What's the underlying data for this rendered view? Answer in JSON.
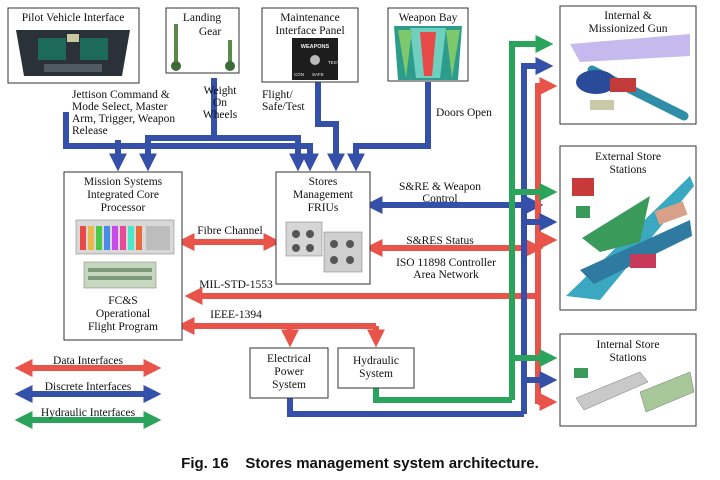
{
  "boxes": {
    "pilot_vehicle_interface": "Pilot Vehicle Interface",
    "landing_gear": [
      "Landing",
      "Gear"
    ],
    "maintenance_panel": [
      "Maintenance",
      "Interface Panel"
    ],
    "weapon_bay": "Weapon Bay",
    "internal_gun": [
      "Internal &",
      "Missionized Gun"
    ],
    "external_store": [
      "External Store",
      "Stations"
    ],
    "internal_store": [
      "Internal Store",
      "Stations"
    ],
    "mission_systems": [
      "Mission Systems",
      "Integrated Core",
      "Processor"
    ],
    "fcs_program": [
      "FC&S",
      "Operational",
      "Flight Program"
    ],
    "stores_management": [
      "Stores",
      "Management",
      "FRIUs"
    ],
    "electrical_power": [
      "Electrical",
      "Power",
      "System"
    ],
    "hydraulic_system": [
      "Hydraulic",
      "System"
    ]
  },
  "panel_labels": {
    "weapons": "WEAPONS",
    "test": "TEST",
    "safe": "SAFE",
    "con": "CON"
  },
  "labels": {
    "jettison": [
      "Jettison Command &",
      "Mode Select, Master",
      "Arm, Trigger, Weapon",
      "Release"
    ],
    "weight_on_wheels": [
      "Weight",
      "On",
      "Wheels"
    ],
    "flight_safe_test": [
      "Flight/",
      "Safe/Test"
    ],
    "doors_open": "Doors Open",
    "sre_weapon_control": [
      "S&RE & Weapon",
      "Control"
    ],
    "fibre_channel": "Fibre Channel",
    "sres_status": "S&RES Status",
    "iso_can": [
      "ISO 11898 Controller",
      "Area Network"
    ],
    "mil_std": "MIL-STD-1553",
    "ieee": "IEEE-1394"
  },
  "legend": {
    "data": "Data Interfaces",
    "discrete": "Discrete Interfaces",
    "hydraulic": "Hydraulic Interfaces"
  },
  "caption": "Fig. 16    Stores management system architecture.",
  "colors": {
    "data": "#e8534a",
    "discrete": "#3450a8",
    "hydraulic": "#2aa45a"
  }
}
